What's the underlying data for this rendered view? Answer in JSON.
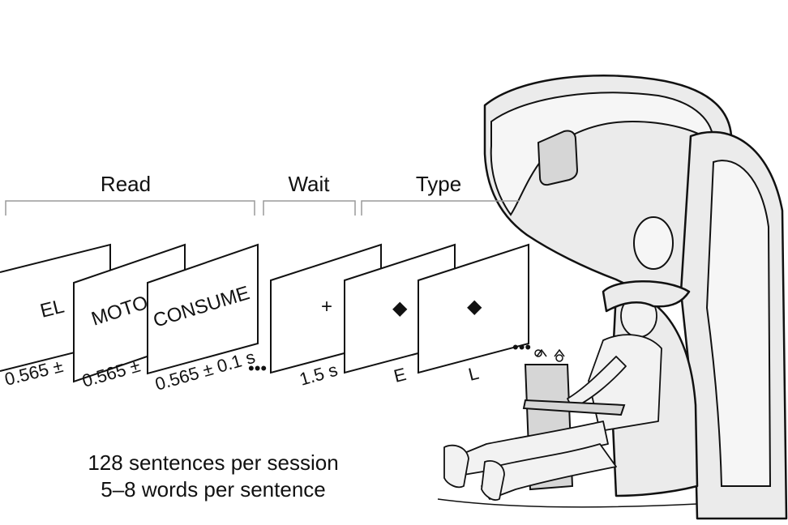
{
  "phases": {
    "read": "Read",
    "wait": "Wait",
    "type": "Type"
  },
  "screens": [
    {
      "content": "EL",
      "duration": "0.565 ±"
    },
    {
      "content": "MOTO",
      "duration": "0.565 ±"
    },
    {
      "content": "CONSUME",
      "duration": "0.565 ± 0.1 s"
    },
    {
      "content": "+",
      "duration": "1.5 s"
    },
    {
      "content": "◆",
      "duration": "E"
    },
    {
      "content": "◆",
      "duration": "L"
    }
  ],
  "continuation": "•••",
  "caption": {
    "line1": "128 sentences per session",
    "line2": "5–8 words per sentence"
  }
}
